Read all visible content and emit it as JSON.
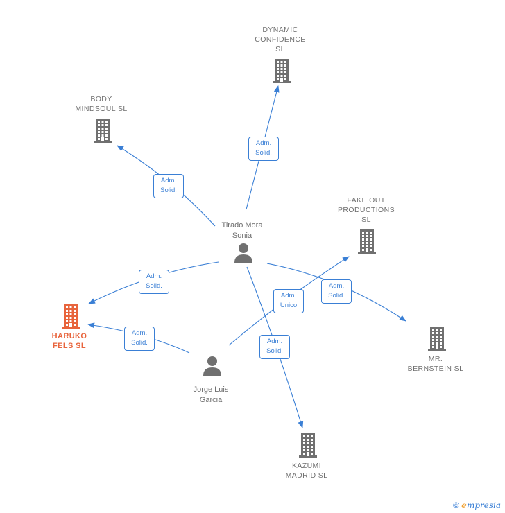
{
  "colors": {
    "edge": "#3a7fd5",
    "node": "#707070",
    "highlight": "#e8643c"
  },
  "people": [
    {
      "id": "tirado",
      "name": "Tirado Mora\nSonia"
    },
    {
      "id": "jorge",
      "name": "Jorge Luis\nGarcia"
    }
  ],
  "companies": [
    {
      "id": "dynamic",
      "name": "DYNAMIC\nCONFIDENCE\nSL",
      "highlight": false
    },
    {
      "id": "body",
      "name": "BODY\nMINDSOUL  SL",
      "highlight": false
    },
    {
      "id": "fakeout",
      "name": "FAKE OUT\nPRODUCTIONS\nSL",
      "highlight": false
    },
    {
      "id": "haruko",
      "name": "HARUKO\nFELS  SL",
      "highlight": true
    },
    {
      "id": "bernstein",
      "name": "MR.\nBERNSTEIN  SL",
      "highlight": false
    },
    {
      "id": "kazumi",
      "name": "KAZUMI\nMADRID  SL",
      "highlight": false
    }
  ],
  "edges": [
    {
      "from": "tirado",
      "to": "dynamic",
      "label": "Adm.\nSolid."
    },
    {
      "from": "tirado",
      "to": "body",
      "label": "Adm.\nSolid."
    },
    {
      "from": "tirado",
      "to": "haruko",
      "label": "Adm.\nSolid."
    },
    {
      "from": "tirado",
      "to": "bernstein",
      "label": "Adm.\nSolid."
    },
    {
      "from": "tirado",
      "to": "kazumi",
      "label": "Adm.\nSolid."
    },
    {
      "from": "jorge",
      "to": "haruko",
      "label": "Adm.\nSolid."
    },
    {
      "from": "jorge",
      "to": "fakeout",
      "label": "Adm.\nUnico"
    }
  ],
  "footer": {
    "copyright": "©",
    "brand_first": "e",
    "brand_rest": "mpresia"
  }
}
